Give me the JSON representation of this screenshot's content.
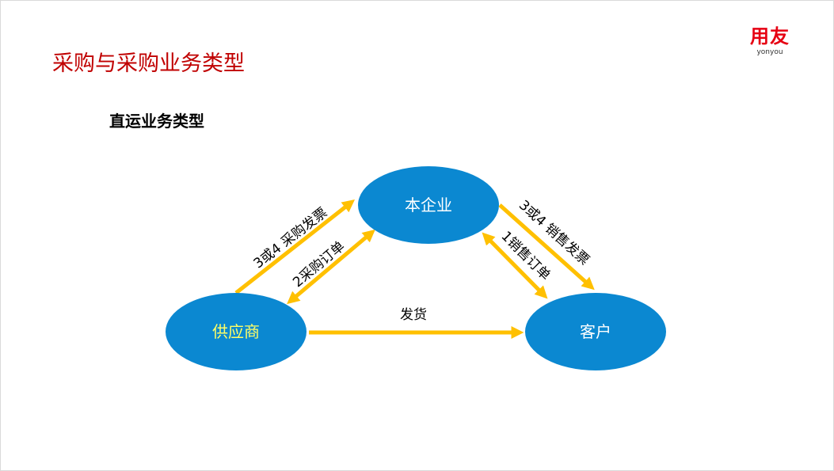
{
  "slide": {
    "title": "采购与采购业务类型",
    "subtitle": "直运业务类型"
  },
  "logo": {
    "main": "用友",
    "sub": "yonyou"
  },
  "diagram": {
    "nodes": {
      "company": "本企业",
      "supplier": "供应商",
      "customer": "客户"
    },
    "edges": {
      "purchase_invoice": "3或4  采购发票",
      "purchase_order": "2采购订单",
      "delivery": "发货",
      "sales_invoice": "3或4  销售发票",
      "sales_order": "1销售订单"
    },
    "colors": {
      "node_fill": "#0b88d1",
      "arrow": "#ffc000",
      "company_text": "#ffffff",
      "supplier_text": "#ffff66",
      "customer_text": "#ffffff"
    }
  }
}
